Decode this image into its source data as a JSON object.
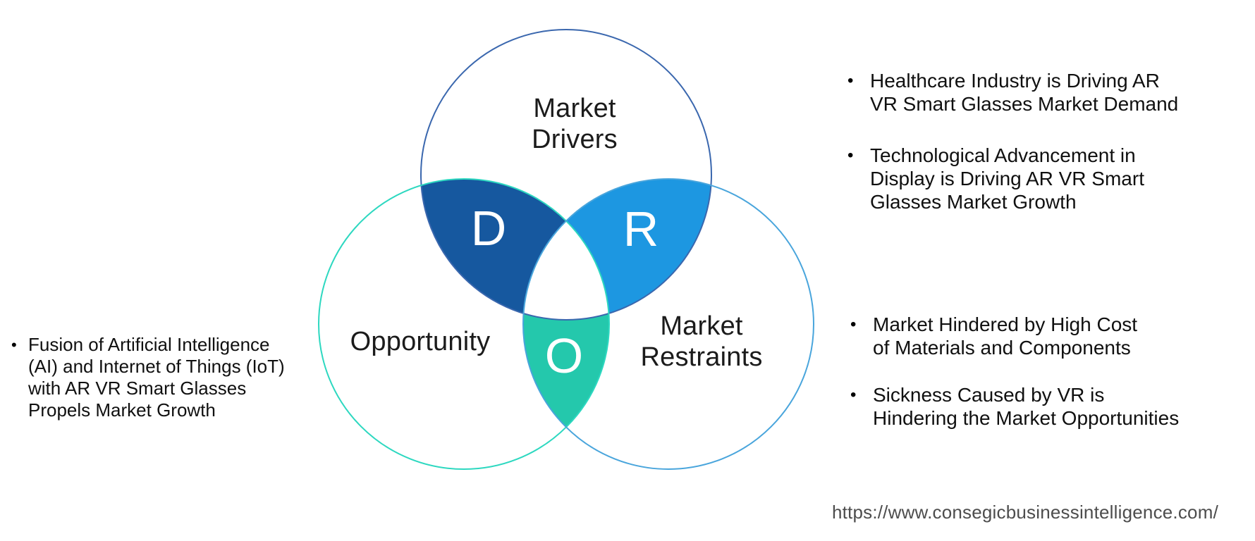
{
  "diagram": {
    "circles": {
      "drivers": {
        "label": "Market\nDrivers",
        "outline_color": "#3a67ae"
      },
      "opportunity": {
        "label": "Opportunity",
        "outline_color": "#2dd8c0"
      },
      "restraints": {
        "label": "Market\nRestraints",
        "outline_color": "#49a5dc"
      }
    },
    "overlaps": {
      "drivers_opportunity": {
        "letter": "D",
        "fill": "#16589f"
      },
      "drivers_restraints": {
        "letter": "R",
        "fill": "#1d97e1"
      },
      "opportunity_restraints": {
        "letter": "O",
        "fill": "#24c8ac"
      }
    }
  },
  "notes": {
    "bullet_char": "•",
    "left": [
      {
        "text": "Fusion of Artificial Intelligence\n(AI) and Internet of Things (IoT)\nwith AR VR Smart Glasses\nPropels Market Growth"
      }
    ],
    "right_top": [
      {
        "text": "Healthcare Industry is Driving AR\nVR Smart Glasses Market Demand"
      },
      {
        "text": "Technological Advancement in\nDisplay is Driving AR VR Smart\nGlasses Market Growth"
      }
    ],
    "right_bottom": [
      {
        "text": "Market Hindered by High Cost\nof Materials and Components"
      },
      {
        "text": "Sickness Caused by VR is\nHindering the Market Opportunities"
      }
    ]
  },
  "footer": {
    "url": "https://www.consegicbusinessintelligence.com/"
  }
}
